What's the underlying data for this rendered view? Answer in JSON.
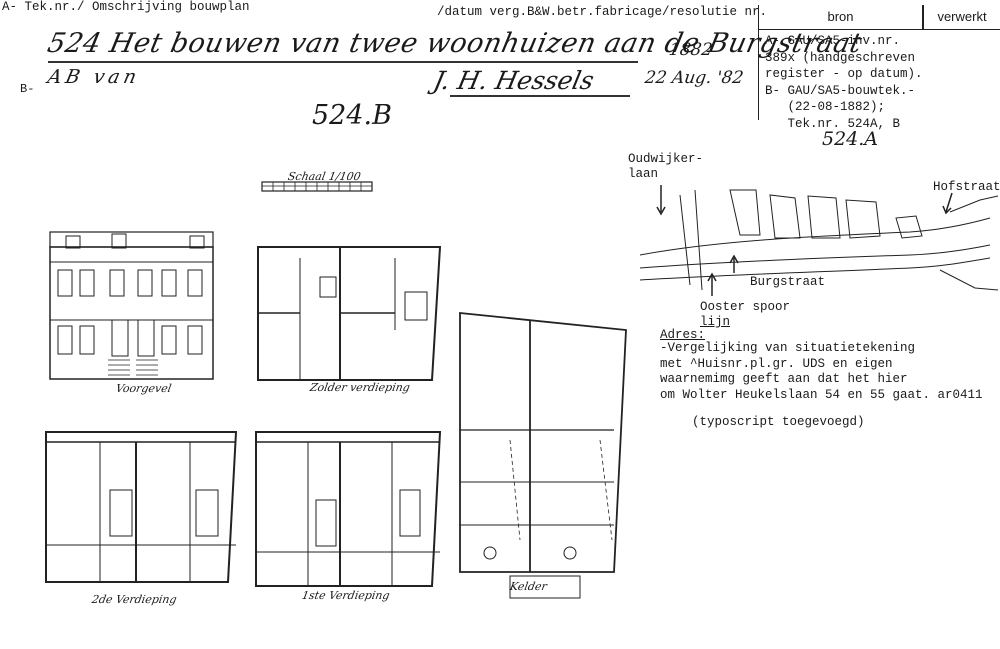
{
  "header": {
    "left": "A- Tek.nr./ Omschrijving bouwplan",
    "middle": "/datum verg.B&W.betr.fabricage/resolutie nr."
  },
  "bron_table": {
    "col_bron": "bron",
    "col_verwerkt": "verwerkt",
    "lines": [
      "A- GAU/SA5-inv.nr.",
      "389x (handgeschreven",
      "register - op datum).",
      "B- GAU/SA5-bouwtek.-",
      "   (22-08-1882);",
      "   Tek.nr. 524A, B"
    ]
  },
  "b_marker": "B-",
  "handwriting": {
    "title": "524 Het bouwen van twee woonhuizen aan de Burgstraat",
    "ab": "AB van",
    "signature": "J. H. Hessels",
    "year": "1882",
    "date": "22 Aug. '82"
  },
  "drawing_numbers": {
    "b": "524.B",
    "a": "524.A"
  },
  "map": {
    "oudwijkerlaan_line1": "Oudwijker-",
    "oudwijkerlaan_line2": "laan",
    "hofstraat": "Hofstraat",
    "burgstraat": "Burgstraat",
    "oosterspoor_line1": "Ooster spoor",
    "oosterspoor_line2": "lijn"
  },
  "adres": {
    "title": "Adres:",
    "lines": [
      "-Vergelijking van situatietekening",
      "met ^Huisnr.pl.gr. UDS en eigen",
      "waarnemimg geeft aan dat het hier",
      "om Wolter Heukelslaan 54 en 55 gaat. ar0411"
    ],
    "note": "(typoscript toegevoegd)"
  },
  "drawing_captions": {
    "scale": "Schaal 1/100",
    "voorgevel": "Voorgevel",
    "zolder": "Zolder verdieping",
    "second_floor": "2de Verdieping",
    "first_floor": "1ste Verdieping",
    "kelder": "Kelder"
  }
}
